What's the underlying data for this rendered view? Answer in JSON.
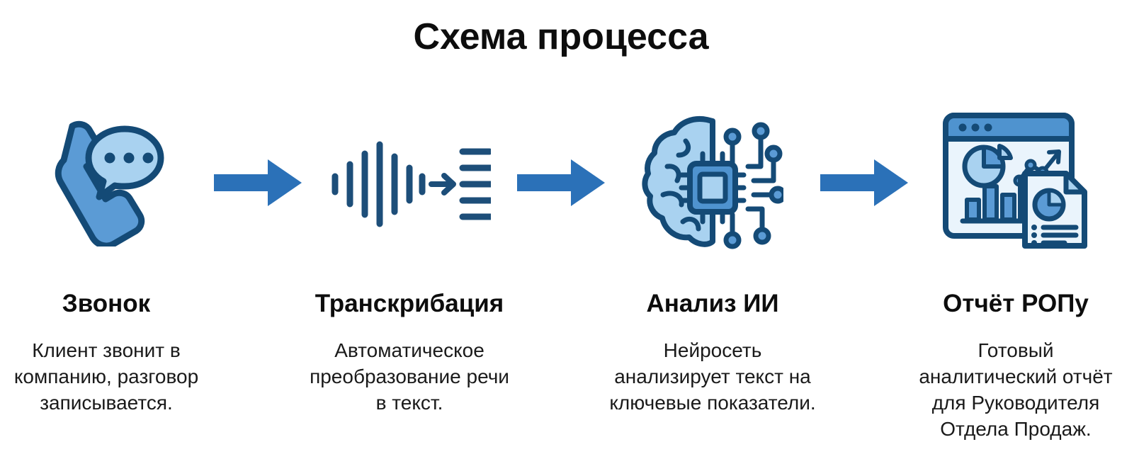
{
  "title": "Схема процесса",
  "colors": {
    "arrow": "#2b71b8",
    "icon_outline": "#144a76",
    "icon_fill_light": "#a9d2f0",
    "icon_fill_medium": "#4f93cf",
    "icon_fill_pale": "#eaf4fc",
    "text": "#0d0d0d",
    "background": "#ffffff"
  },
  "steps": [
    {
      "icon": "phone-call-icon",
      "label": "Звонок",
      "description": "Клиент звонит в компанию, разговор записывается."
    },
    {
      "icon": "speech-to-text-icon",
      "label": "Транскрибация",
      "description": "Автоматическое преобразование речи в текст."
    },
    {
      "icon": "ai-brain-chip-icon",
      "label": "Анализ ИИ",
      "description": "Нейросеть анализирует текст на ключевые показатели."
    },
    {
      "icon": "analytics-dashboard-report-icon",
      "label": "Отчёт РОПу",
      "description": "Готовый аналитический отчёт для Руководителя Отдела Продаж."
    }
  ],
  "connectors": [
    {
      "icon": "right-arrow-icon"
    },
    {
      "icon": "right-arrow-icon"
    },
    {
      "icon": "right-arrow-icon"
    }
  ]
}
